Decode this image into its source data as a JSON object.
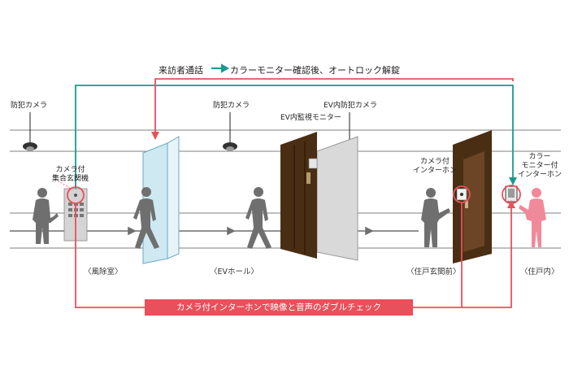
{
  "flow_caption": {
    "visitor_call": "来訪者通話",
    "monitor_unlock": "カラーモニター確認後、オートロック解錠"
  },
  "labels": {
    "camera_1": "防犯カメラ",
    "camera_2": "防犯カメラ",
    "ev_camera": "EV内防犯カメラ",
    "ev_monitor": "EV内監視モニター",
    "entrance_unit": [
      "カメラ付",
      "集合玄関機"
    ],
    "door_intercom": [
      "カメラ付",
      "インターホン"
    ],
    "indoor_monitor": [
      "カラー",
      "モニター付",
      "インターホン"
    ]
  },
  "areas": {
    "windbreak": "〈風除室〉",
    "ev_hall": "〈EVホール〉",
    "front_door": "〈住戸玄関前〉",
    "inside": "〈住戸内〉"
  },
  "banner": "カメラ付インターホンで映像と音声のダブルチェック",
  "colors": {
    "teal": "#1a9a8e",
    "red": "#e8505b",
    "person_gray": "#6f6f6f",
    "resident_pink": "#f08a9a",
    "door_brown": "#4a2e14"
  }
}
